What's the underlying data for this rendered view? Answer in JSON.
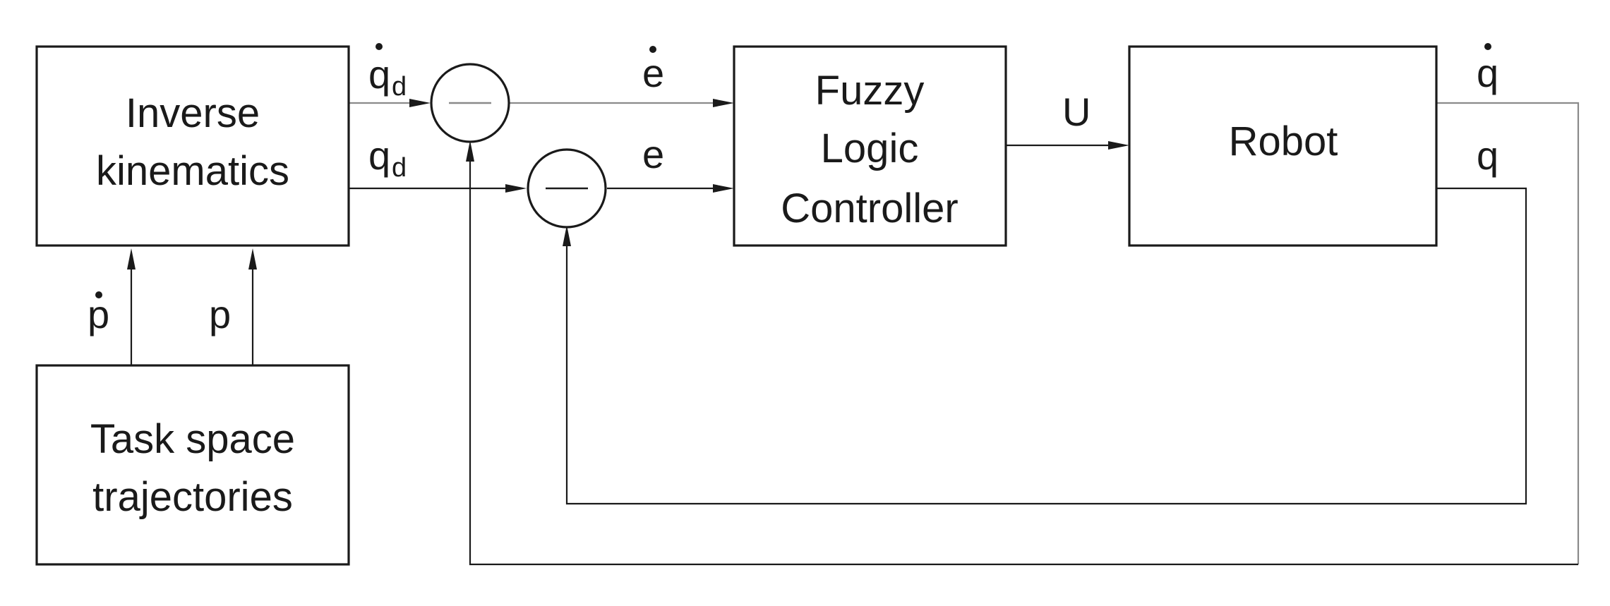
{
  "blocks": {
    "inverse_kinematics": [
      "Inverse",
      "kinematics"
    ],
    "task_space": [
      "Task space",
      "trajectories"
    ],
    "fuzzy_controller": [
      "Fuzzy",
      "Logic",
      "Controller"
    ],
    "robot": [
      "Robot"
    ]
  },
  "signals": {
    "qd_dot": {
      "symbol": "q",
      "subscript": "d",
      "dotted": true
    },
    "qd": {
      "symbol": "q",
      "subscript": "d",
      "dotted": false
    },
    "e_dot": {
      "symbol": "e",
      "dotted": true
    },
    "e": {
      "symbol": "e",
      "dotted": false
    },
    "u": {
      "symbol": "U"
    },
    "q_dot": {
      "symbol": "q",
      "dotted": true
    },
    "q": {
      "symbol": "q",
      "dotted": false
    },
    "p_dot": {
      "symbol": "p",
      "dotted": true
    },
    "p": {
      "symbol": "p",
      "dotted": false
    }
  },
  "summing_junctions": [
    {
      "id": "velocity-summing-junction",
      "sign": "−"
    },
    {
      "id": "position-summing-junction",
      "sign": "−"
    }
  ]
}
